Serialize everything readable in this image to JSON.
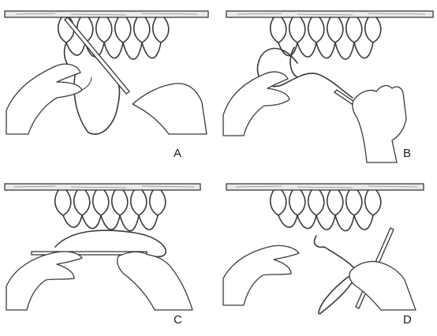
{
  "panels": [
    {
      "id": "a",
      "label": "A"
    },
    {
      "id": "b",
      "label": "B"
    },
    {
      "id": "c",
      "label": "C"
    },
    {
      "id": "d",
      "label": "D"
    }
  ]
}
